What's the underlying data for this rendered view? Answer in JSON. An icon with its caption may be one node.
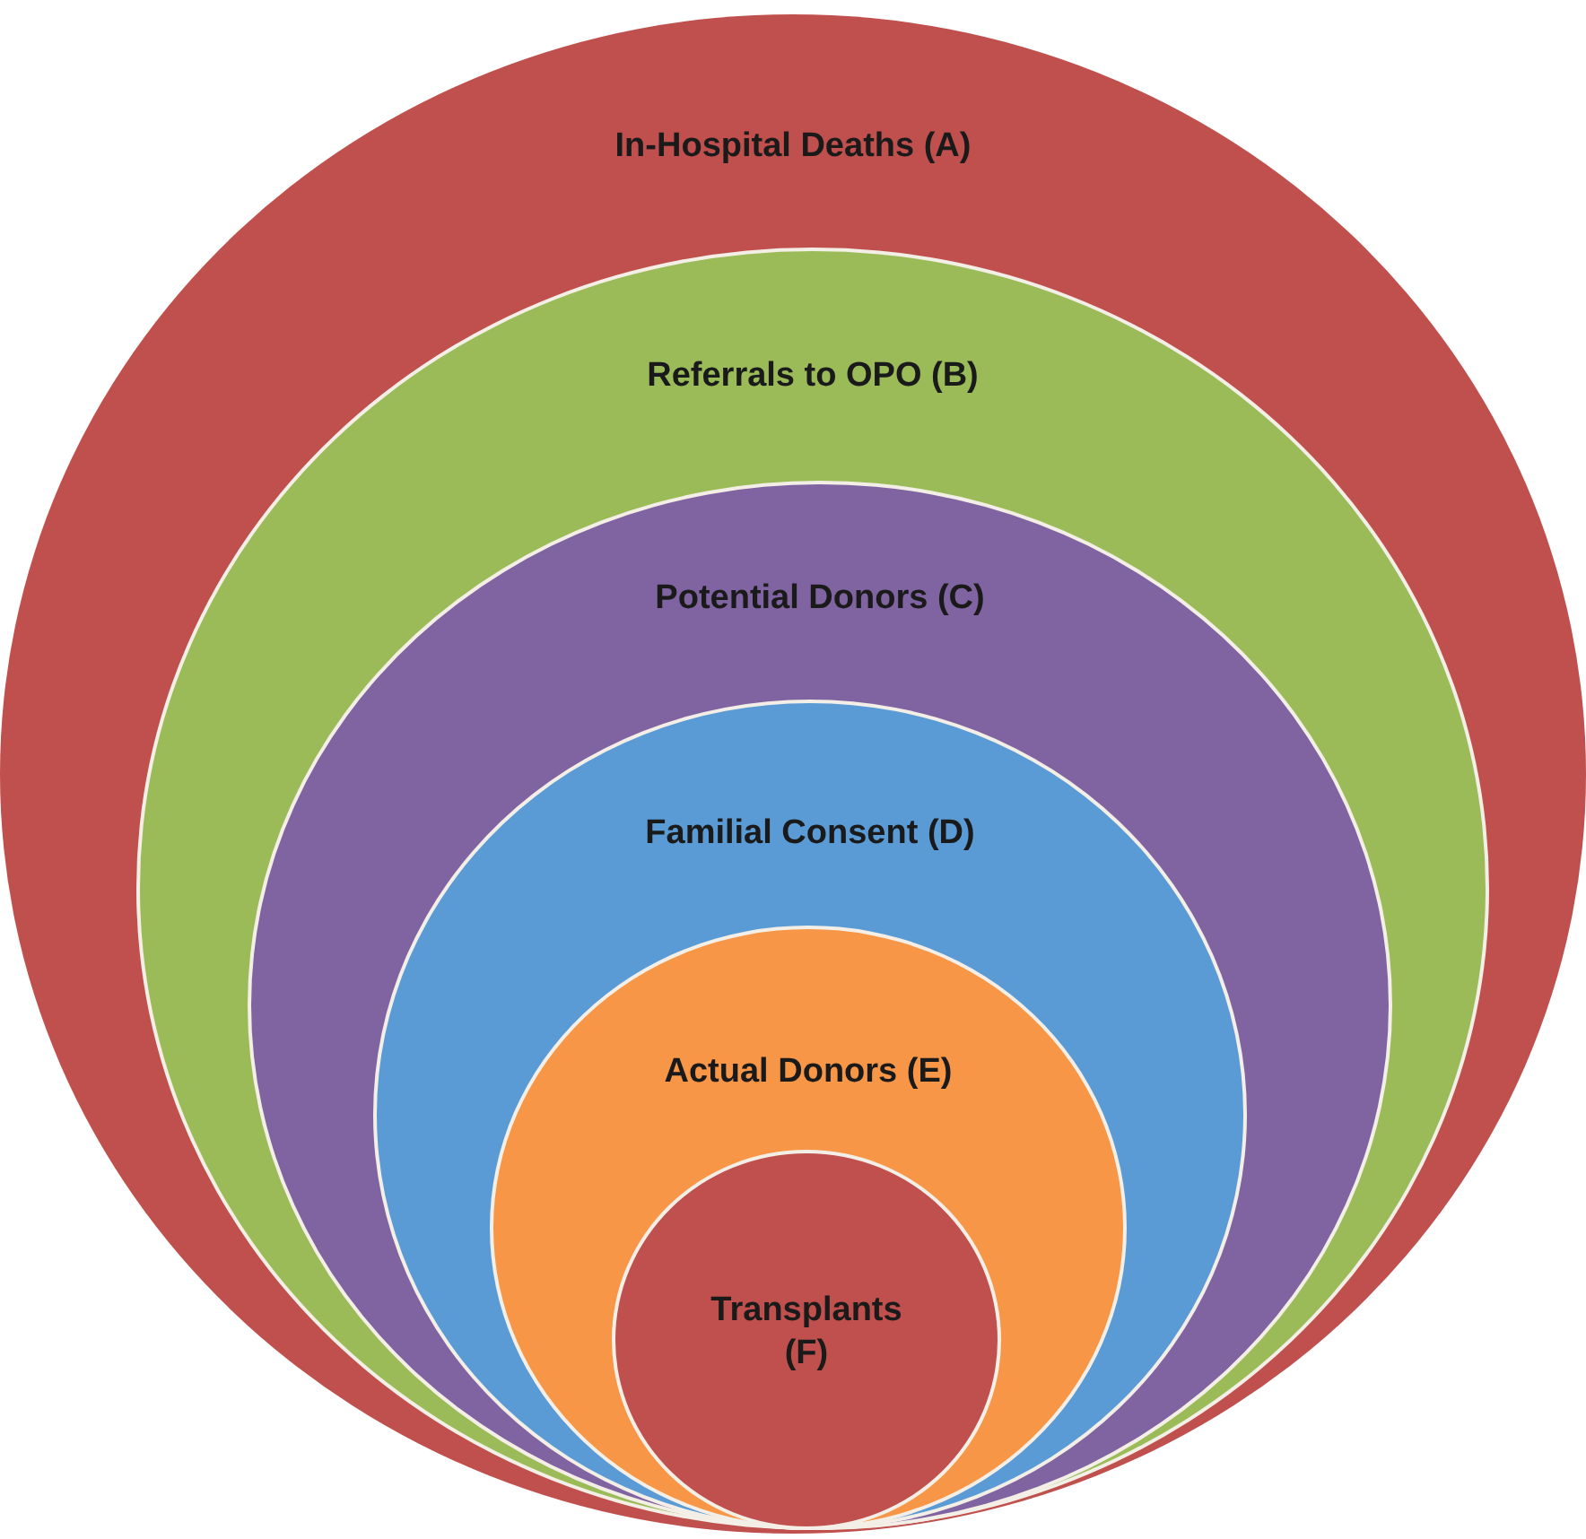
{
  "diagram": {
    "nodes": [
      {
        "text": [
          "In-Hospital Deaths (A)"
        ]
      },
      {
        "text": [
          "Referrals to OPO (B)"
        ],
        "in": 0
      },
      {
        "text": [
          "Potential Donors (C)"
        ],
        "in": 1
      },
      {
        "text": [
          "Familial Consent (D)"
        ],
        "in": 2
      },
      {
        "text": [
          "Actual Donors (E)"
        ],
        "in": 3
      },
      {
        "text": [
          "Transplants (F)"
        ],
        "in": 4
      }
    ]
  }
}
